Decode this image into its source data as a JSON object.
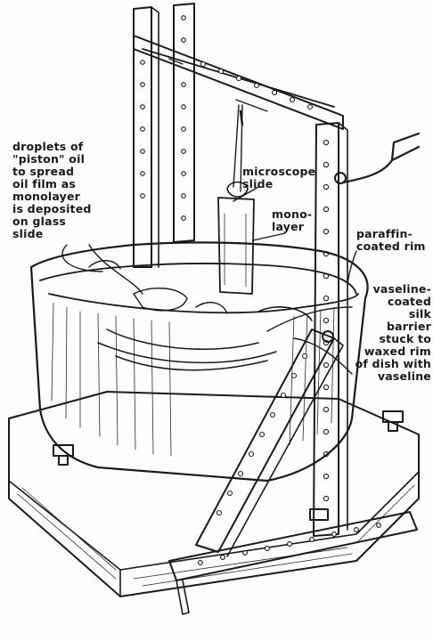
{
  "labels": {
    "droplets": "droplets of\n\"piston\" oil\nto spread\noil film as\nmonolayer\nis deposited\non glass\nslide",
    "microscope_slide": "microscope\nslide",
    "monolayer": "mono-\nlayer",
    "paraffin_rim": "paraffin-\ncoated rim",
    "vaseline_barrier": "vaseline-\ncoated\nsilk\nbarrier\nstuck to\nwaxed rim\nof dish with\nvaseline"
  },
  "colors": {
    "ink": "#1a1a1a",
    "paper": "#fdfdfb"
  }
}
